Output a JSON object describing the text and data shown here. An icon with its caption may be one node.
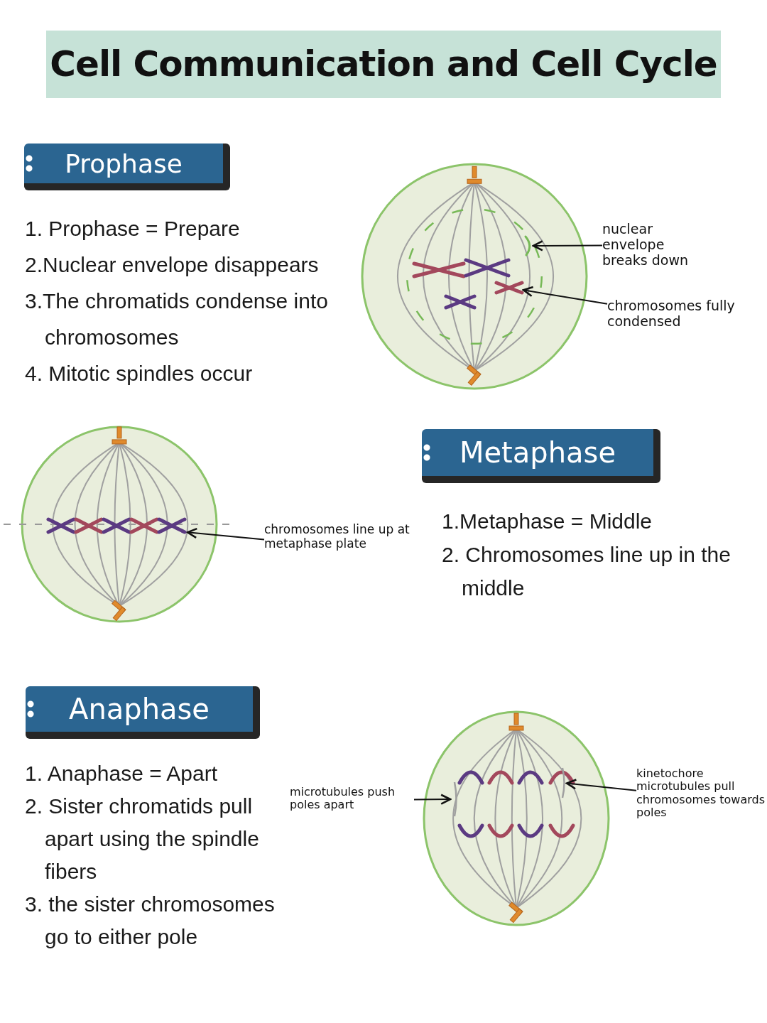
{
  "diagram": {
    "title": "Cell Communication and Cell Cycle",
    "nodes": [
      {
        "text": [
          "Prophase"
        ]
      },
      {
        "text": [],
        "shape": "arc"
      },
      {
        "text": [],
        "shape": "picture"
      },
      {
        "text": [
          "nuclear envelope breaks down"
        ]
      },
      {
        "text": [
          "chromosomes fully condensed"
        ]
      },
      {
        "text": [],
        "shape": "picture"
      },
      {
        "text": [
          "chromosomes line up at metaphase plate"
        ]
      },
      {
        "text": [
          "Metaphase"
        ]
      },
      {
        "text": [
          "Anaphase"
        ]
      },
      {
        "text": [
          "microtubules push poles apart"
        ]
      },
      {
        "text": [],
        "shape": "line"
      },
      {
        "text": [],
        "shape": "line"
      },
      {
        "text": [
          "kinetochore microtubules pull chromosomes towards poles"
        ]
      }
    ],
    "edges": [
      {
        "from": 3,
        "to": 1,
        "arrow": "to"
      },
      {
        "from": 4,
        "to": 2,
        "arrow": "to"
      },
      {
        "from": 6,
        "to": 5,
        "arrow": "to"
      },
      {
        "from": 9,
        "to": 10,
        "arrow": "to"
      },
      {
        "from": 12,
        "to": 11,
        "arrow": "to"
      }
    ],
    "labels": [
      "1. Prophase = Prepare",
      "2.Nuclear envelope disappears",
      "3.The chromatids condense into chromosomes",
      "4. Mitotic spindles occur",
      "1.Metaphase = Middle",
      "2. Chromosomes line up in the middle",
      "1. Anaphase = Apart",
      "2. Sister chromatids pull apart using the spindle fibers",
      "3. the sister chromosomes go to either pole"
    ]
  }
}
